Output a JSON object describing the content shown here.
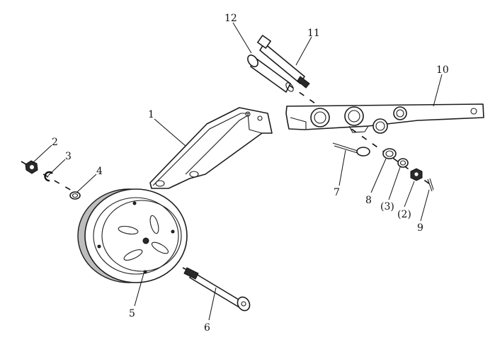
{
  "callouts": {
    "c1": "1",
    "c2": "2",
    "c3": "3",
    "c4": "4",
    "c5": "5",
    "c6": "6",
    "c7": "7",
    "c8": "8",
    "c9": "9",
    "c10": "10",
    "c11": "11",
    "c12": "12",
    "c2b": "(2)",
    "c3b": "(3)"
  },
  "colors": {
    "line": "#1c1c1c",
    "background": "#ffffff"
  }
}
